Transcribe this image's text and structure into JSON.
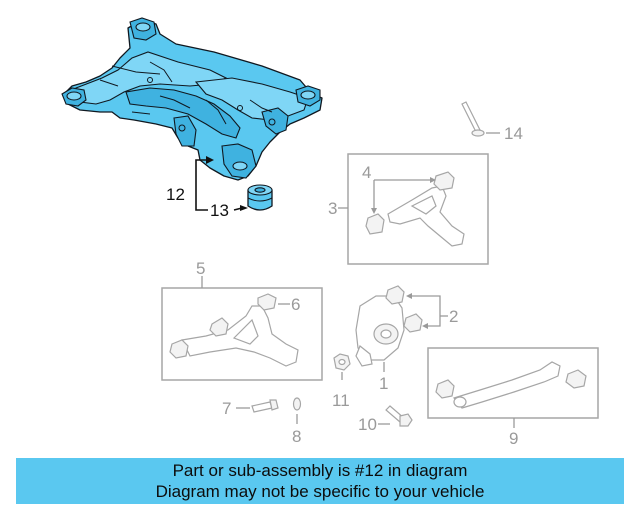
{
  "diagram": {
    "callouts": {
      "c1": "1",
      "c2": "2",
      "c3": "3",
      "c4": "4",
      "c5": "5",
      "c6": "6",
      "c7": "7",
      "c8": "8",
      "c9": "9",
      "c10": "10",
      "c11": "11",
      "c12": "12",
      "c13": "13",
      "c14": "14"
    },
    "highlight_color": "#5ac8f0",
    "highlighted_parts": [
      "12",
      "13"
    ]
  },
  "banner": {
    "line1": "Part or sub-assembly is #12 in diagram",
    "line2": "Diagram may not be specific to your vehicle",
    "color": "#5ac8f0"
  }
}
